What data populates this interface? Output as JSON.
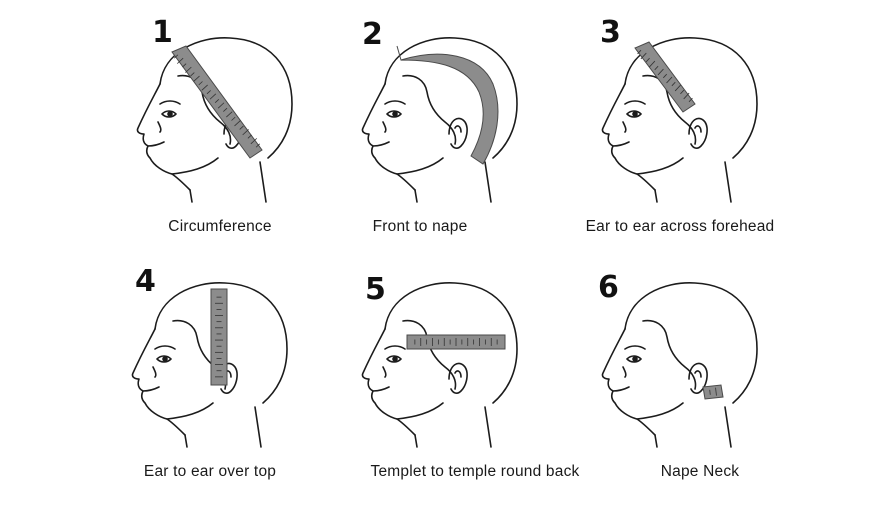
{
  "diagrams": [
    {
      "number": "1",
      "caption": "Circumference"
    },
    {
      "number": "2",
      "caption": "Front to nape"
    },
    {
      "number": "3",
      "caption": "Ear to ear across forehead"
    },
    {
      "number": "4",
      "caption": "Ear to ear over top"
    },
    {
      "number": "5",
      "caption": "Templet to temple round back"
    },
    {
      "number": "6",
      "caption": "Nape Neck"
    }
  ],
  "colors": {
    "tape": "#8c8c8c",
    "line": "#1c1c1c",
    "background": "#ffffff"
  }
}
